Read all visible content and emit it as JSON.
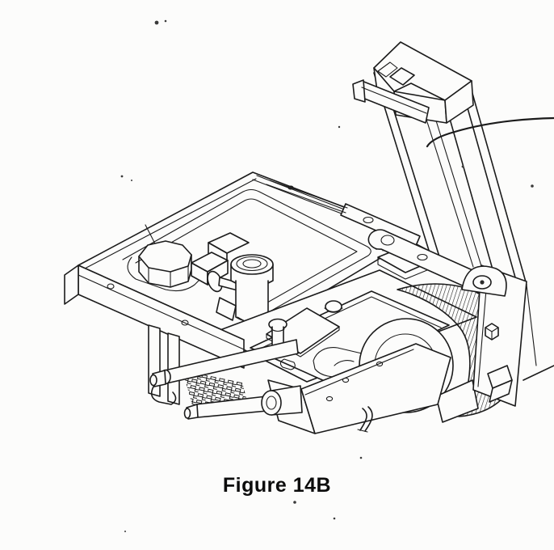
{
  "figure": {
    "caption": "Figure 14B"
  },
  "drawing": {
    "type": "patent-line-drawing",
    "content": "Isometric line drawing of a mechanical stage assembly: horizontal platform with recessed pocket, octagonal component and cylindrical barrel, guide rods and knurled block at lower left, hatched motor with bracket at right, pivot link arm, and tall vertical tower column at upper right with a leader line extending to the right edge",
    "colors": {
      "background": "#fcfcfb",
      "line": "#1b1b1b",
      "caption_text": "#0c0c0c"
    }
  }
}
